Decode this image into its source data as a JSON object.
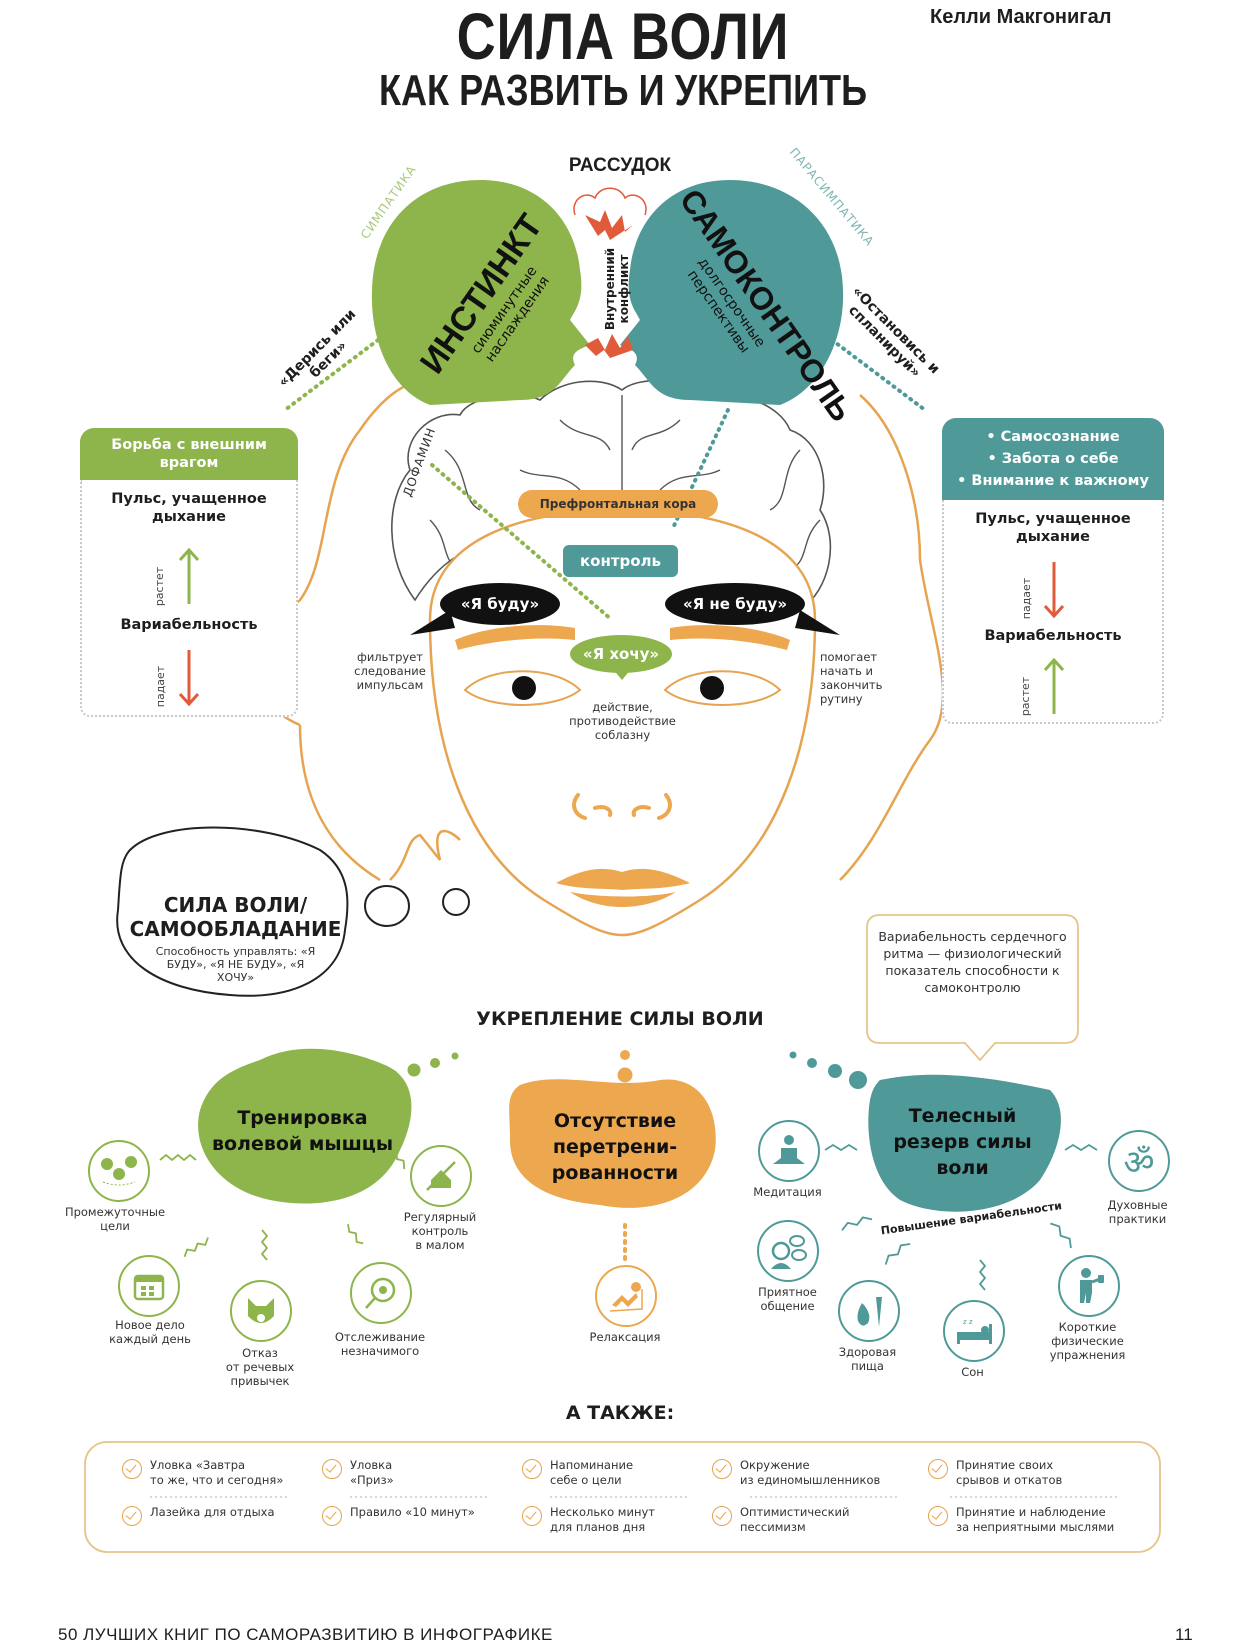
{
  "header": {
    "title": "СИЛА ВОЛИ",
    "subtitle": "КАК РАЗВИТЬ И УКРЕПИТЬ",
    "author": "Келли Макгонигал"
  },
  "colors": {
    "green": "#8db54b",
    "teal": "#4f9a99",
    "orange": "#eda74f",
    "red": "#e15b3a",
    "face_line": "#e6a450",
    "dark": "#1e1e1e"
  },
  "top": {
    "reason_label": "РАССУДОК",
    "sympathetic_label": "СИМПАТИКА",
    "parasympathetic_label": "ПАРАСИМПАТИКА",
    "instinct": {
      "title": "ИНСТИНКТ",
      "subtitle": "сиюминутные наслаждения"
    },
    "selfcontrol": {
      "title": "САМОКОНТРОЛЬ",
      "subtitle": "долгосрочные перспективы"
    },
    "conflict_line1": "Внутренний",
    "conflict_line2": "конфликт",
    "fight_or_flight": "«Дерись или беги»",
    "stop_and_plan": "«Остановись и спланируй»",
    "dopamine": "ДОФАМИН"
  },
  "left_box": {
    "header": "Борьба с внешним врагом",
    "pulse": "Пульс, учащенное дыхание",
    "pulse_trend": "растет",
    "variability": "Вариабельность",
    "variability_trend": "падает"
  },
  "right_box": {
    "header_items": [
      "• Самосознание",
      "• Забота о себе",
      "• Внимание к важному"
    ],
    "pulse": "Пульс, учащенное дыхание",
    "pulse_trend": "падает",
    "variability": "Вариабельность",
    "variability_trend": "растет"
  },
  "face": {
    "prefrontal": "Префронтальная кора",
    "control": "контроль",
    "i_will": "«Я буду»",
    "i_wont": "«Я не буду»",
    "i_want": "«Я хочу»",
    "left_note": "фильтрует следование импульсам",
    "right_note": "помогает начать и закончить рутину",
    "center_note": "действие, противодействие соблазну"
  },
  "thought": {
    "title_line1": "СИЛА ВОЛИ/",
    "title_line2": "САМООБЛАДАНИЕ",
    "desc": "Способность управлять: «Я БУДУ», «Я  НЕ БУДУ», «Я ХОЧУ»"
  },
  "hrv_note": "Вариабельность сердечного ритма — физиологический показатель способности к самоконтролю",
  "strengthen": {
    "title": "УКРЕПЛЕНИЕ СИЛЫ ВОЛИ",
    "training": {
      "title": "Тренировка волевой мышцы",
      "items": [
        {
          "icon": "milestones-icon",
          "label": "Промежуточные\nцели"
        },
        {
          "icon": "calendar-icon",
          "label": "Новое дело\nкаждый день"
        },
        {
          "icon": "angry-dog-icon",
          "label": "Отказ\nот речевых\nпривычек"
        },
        {
          "icon": "bug-magnifier-icon",
          "label": "Отслеживание\nнезначимого"
        },
        {
          "icon": "no-cake-icon",
          "label": "Регулярный\nконтроль\nв малом"
        }
      ]
    },
    "no_overtraining": {
      "title": "Отсутствие перетрени-рованности",
      "items": [
        {
          "icon": "relaxation-icon",
          "label": "Релаксация"
        }
      ]
    },
    "body_reserve": {
      "title": "Телесный резерв силы воли",
      "arc_label": "Повышение вариабельности",
      "items": [
        {
          "icon": "meditation-icon",
          "label": "Медитация"
        },
        {
          "icon": "conversation-icon",
          "label": "Приятное\nобщение"
        },
        {
          "icon": "food-icon",
          "label": "Здоровая\nпища"
        },
        {
          "icon": "sleep-icon",
          "label": "Сон"
        },
        {
          "icon": "exercise-icon",
          "label": "Короткие\nфизические\nупражнения"
        },
        {
          "icon": "om-icon",
          "label": "Духовные\nпрактики"
        }
      ]
    }
  },
  "also": {
    "title": "А ТАКЖЕ:",
    "items": [
      "Уловка «Завтра\nто же, что и сегодня»",
      "Лазейка для отдыха",
      "Уловка\n«Приз»",
      "Правило «10 минут»",
      "Напоминание\nсебе о цели",
      "Несколько минут\nдля планов дня",
      "Окружение\nиз единомышленников",
      "Оптимистический\nпессимизм",
      "Принятие своих\nсрывов и откатов",
      "Принятие и наблюдение\nза неприятными мыслями"
    ]
  },
  "footer": {
    "book_title": "50 ЛУЧШИХ КНИГ ПО САМОРАЗВИТИЮ В ИНФОГРАФИКЕ",
    "page_number": "11"
  }
}
